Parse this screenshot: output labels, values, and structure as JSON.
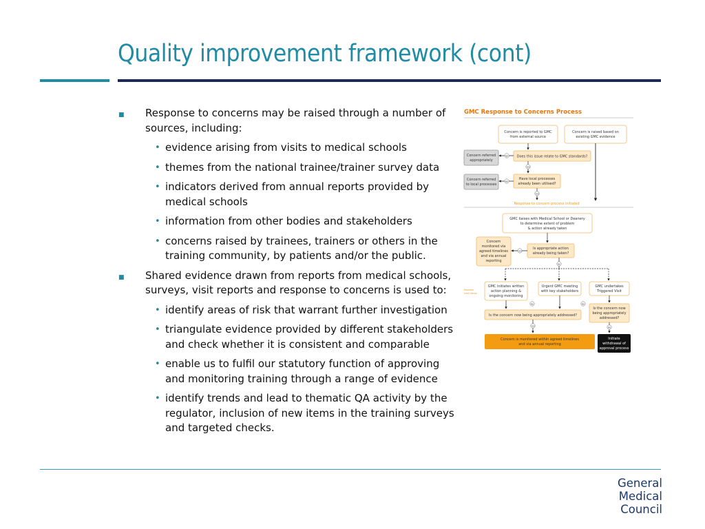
{
  "title": "Quality improvement framework (cont)",
  "bullets": {
    "b1": "Response to concerns may be raised through a number of sources, including:",
    "b1_subs": [
      "evidence arising from visits to medical schools",
      "themes from the national trainee/trainer survey data",
      "indicators derived from annual reports provided by medical schools",
      "information from other bodies and stakeholders",
      "concerns raised by trainees, trainers or others in the training community, by patients and/or the public."
    ],
    "b2": "Shared evidence drawn from reports from medical schools, surveys, visit reports and response to concerns is used to:",
    "b2_subs": [
      "identify areas of risk that warrant further investigation",
      "triangulate evidence provided by different stakeholders and check whether it is consistent and comparable",
      "enable us to fulfil our statutory function of approving and monitoring training through a range of evidence",
      "identify trends and lead to thematic QA activity by the regulator, inclusion of new items in the training surveys and targeted checks."
    ]
  },
  "flowchart": {
    "title": "GMC Response to Concerns Process",
    "box_reported": [
      "Concern is reported to GMC",
      "from external source"
    ],
    "box_raised": [
      "Concern is raised based on",
      "existing GMC evidence"
    ],
    "box_referred_appropriately": [
      "Concern referred",
      "appropriately"
    ],
    "box_gmc_standards": "Does this issue relate to GMC standards?",
    "box_referred_local": [
      "Concern referred",
      "to local processes"
    ],
    "box_local_processes": [
      "Have local processes",
      "already been utilised?"
    ],
    "response_initiated": "Response to concern process initiated",
    "box_liaises": [
      "GMC liaises with Medical School or Deanery",
      "to determine extent of problem",
      "& action already taken"
    ],
    "box_monitored": [
      "Concern",
      "monitored via",
      "agreed timelines",
      "and via annual",
      "reporting"
    ],
    "box_appropriate_action": [
      "Is appropriate action",
      "already being taken?"
    ],
    "possible_next_steps": [
      "Possible",
      "next steps"
    ],
    "box_written_action": [
      "GMC initiates written",
      "action planning &",
      "ongoing monitoring"
    ],
    "box_urgent_meeting": [
      "Urgent GMC meeting",
      "with key stakeholders"
    ],
    "box_triggered_visit": [
      "GMC undertakes",
      "Triggered Visit"
    ],
    "box_addressed_left": "Is the concern now being appropriately addressed?",
    "box_addressed_right": [
      "Is the concern now",
      "being appropriately",
      "addressed?"
    ],
    "box_monitored_final": [
      "Concern is monitored within agreed timelines",
      "and via annual reporting"
    ],
    "box_withdrawal": [
      "Initiate",
      "withdrawal of",
      "approval process"
    ],
    "yes": "YES",
    "no": "NO",
    "colors": {
      "orange": "#f39c12",
      "peach": "#fde8c8",
      "outline": "#f2b869",
      "grey": "#d8d8d8",
      "black": "#111111",
      "title": "#e8760a"
    }
  },
  "logo": [
    "General",
    "Medical",
    "Council"
  ]
}
